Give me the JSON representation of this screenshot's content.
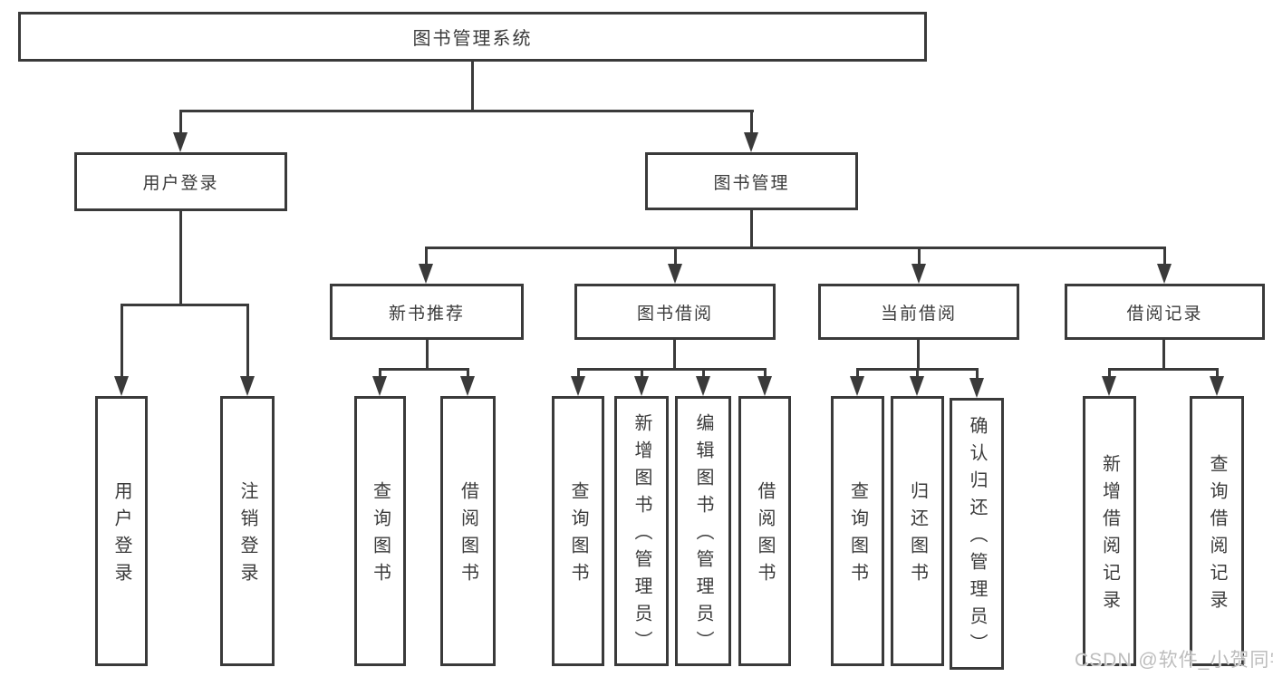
{
  "diagram": {
    "root": {
      "label": "图书管理系统"
    },
    "level2": [
      {
        "label": "用户登录"
      },
      {
        "label": "图书管理"
      }
    ],
    "level3": [
      {
        "label": "新书推荐"
      },
      {
        "label": "图书借阅"
      },
      {
        "label": "当前借阅"
      },
      {
        "label": "借阅记录"
      }
    ],
    "leaves": {
      "user_login": [
        "用户登录",
        "注销登录"
      ],
      "new_book_recommendation": [
        "查询图书",
        "借阅图书"
      ],
      "book_borrowing": [
        "查询图书",
        "新增图书（管理员）",
        "编辑图书（管理员）",
        "借阅图书"
      ],
      "current_borrowing": [
        "查询图书",
        "归还图书",
        "确认归还（管理员）"
      ],
      "borrowing_records": [
        "新增借阅记录",
        "查询借阅记录"
      ]
    }
  },
  "watermark": {
    "text": "CSDN @软件_小贺同学"
  },
  "colors": {
    "line": "#3a3a3a",
    "text": "#3b3b3b",
    "background": "#ffffff",
    "watermark": "#bdbdbd"
  }
}
